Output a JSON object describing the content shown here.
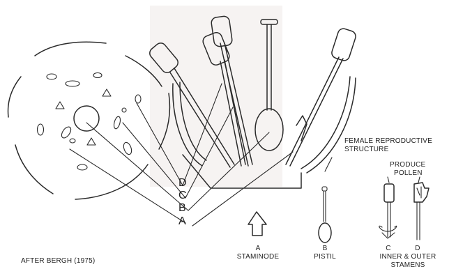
{
  "labels": {
    "pointer_letters": [
      "D",
      "C",
      "B",
      "A"
    ],
    "female_structure": [
      "FEMALE REPRODUCTIVE",
      "STRUCTURE"
    ],
    "produce_pollen": [
      "PRODUCE",
      "POLLEN"
    ],
    "staminode": {
      "letter": "A",
      "name": "STAMINODE"
    },
    "pistil": {
      "letter": "B",
      "name": "PISTIL"
    },
    "stamen_c": {
      "letter": "C"
    },
    "stamen_d": {
      "letter": "D"
    },
    "stamens_caption": [
      "INNER & OUTER",
      "STAMENS"
    ],
    "credit": "AFTER BERGH (1975)"
  }
}
